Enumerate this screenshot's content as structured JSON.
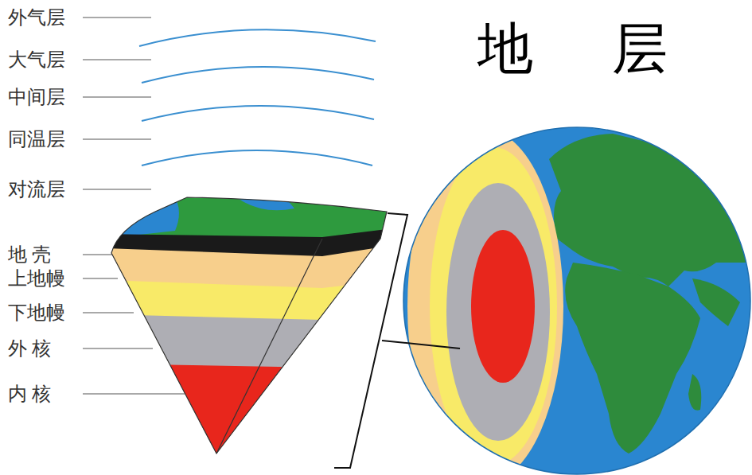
{
  "diagram": {
    "title": "地 层",
    "labels": [
      "外气层",
      "大气层",
      "中间层",
      "同温层",
      "对流层",
      "地 壳",
      "上地幔",
      "下地幔",
      "外 核",
      "内 核"
    ]
  }
}
